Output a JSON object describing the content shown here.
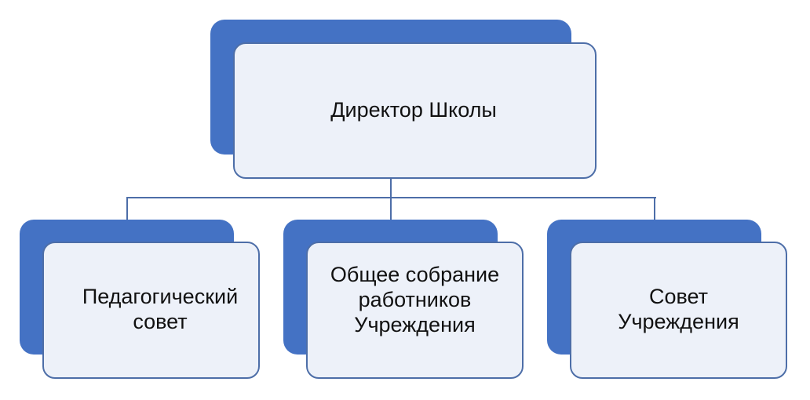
{
  "diagram": {
    "type": "org-chart",
    "colors": {
      "accent": "#4472c4",
      "box_fill": "#edf1f9",
      "box_border": "#4d6ea8",
      "connector": "#4d6ea8",
      "text": "#111111"
    },
    "root": {
      "label": "Директор Школы"
    },
    "children": [
      {
        "label": "Педагогический\nсовет"
      },
      {
        "label": "Общее собрание\nработников\nУчреждения"
      },
      {
        "label": "Совет\nУчреждения"
      }
    ]
  }
}
